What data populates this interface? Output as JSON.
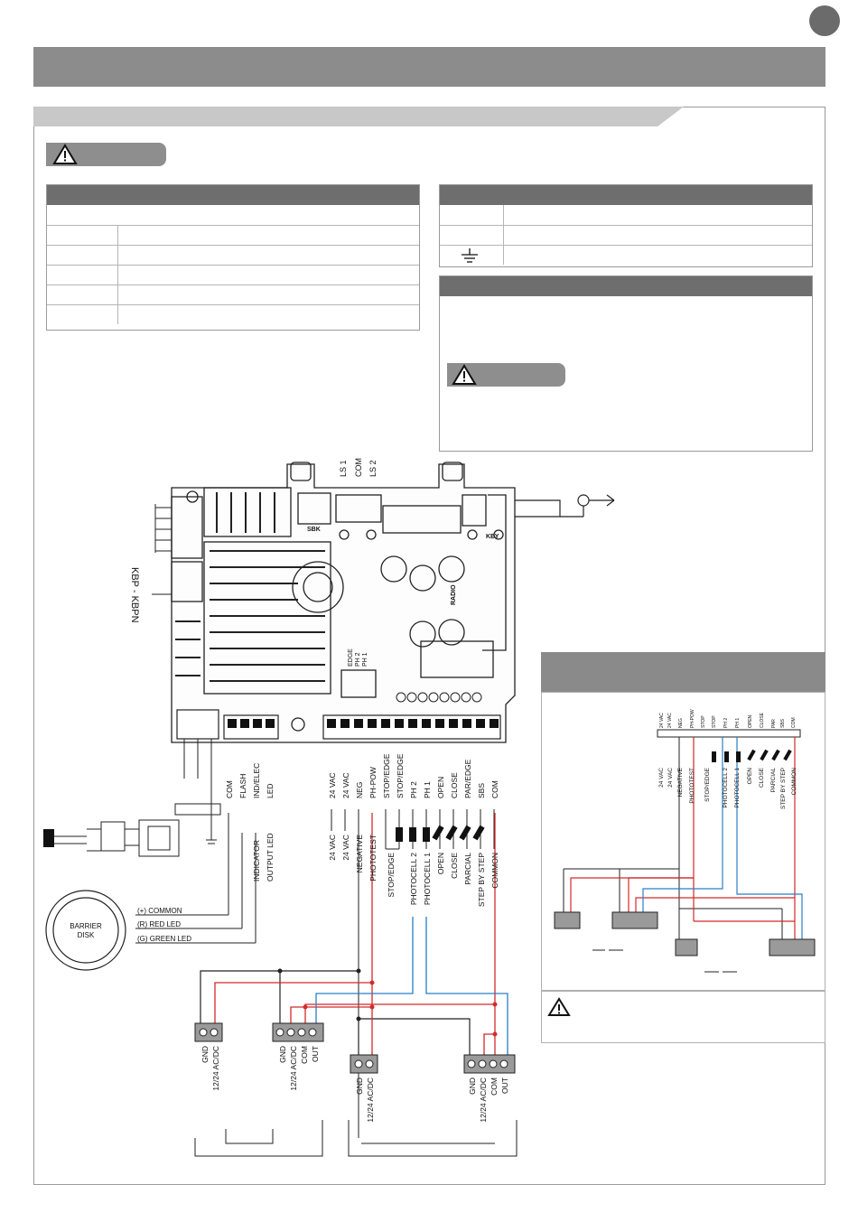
{
  "board": {
    "top_labels": [
      "LS 1",
      "COM",
      "LS 2"
    ],
    "side_label": "KBP - KBPN",
    "connector_labels": {
      "sbk": "SBK",
      "key": "KEY",
      "radio": "RADIO"
    },
    "dip_labels": [
      "EDGE",
      "PH 2",
      "PH 1"
    ]
  },
  "left_terminals": [
    "COM",
    "FLASH",
    "IND/ELEC",
    "LED"
  ],
  "left_functions": [
    "INDICATOR",
    "OUTPUT LED"
  ],
  "right_terminals": [
    "24 VAC",
    "24 VAC",
    "NEG",
    "PH-POW",
    "STOP/EDGE",
    "STOP/EDGE",
    "PH 2",
    "PH 1",
    "OPEN",
    "CLOSE",
    "PAR/EDGE",
    "SBS",
    "COM"
  ],
  "right_functions": [
    "24 VAC",
    "24 VAC",
    "NEGATIVE",
    "PHOTOTEST",
    "STOP/EDGE",
    "PHOTOCELL 2",
    "PHOTOCELL 1",
    "OPEN",
    "CLOSE",
    "PARCIAL",
    "STEP BY STEP",
    "COMMON"
  ],
  "barrier_disk": {
    "label": [
      "BARRIER",
      "DISK"
    ],
    "wires": [
      "(+) COMMON",
      "(R) RED LED",
      "(G) GREEN LED"
    ]
  },
  "photocells": {
    "device_labels": [
      "GND",
      "12/24 AC/DC"
    ],
    "device_out_labels": [
      "GND",
      "12/24 AC/DC",
      "COM",
      "OUT"
    ]
  },
  "inset": {
    "terminals": [
      "24 VAC",
      "24 VAC",
      "NEG",
      "PH-POW",
      "STOP",
      "STOP",
      "PH 2",
      "PH 1",
      "OPEN",
      "CLOSE",
      "PAR",
      "SBS",
      "COM"
    ],
    "functions": [
      "24 VAC",
      "24 VAC",
      "NEGATIVE",
      "PHOTOTEST",
      "STOP/EDGE",
      "PHOTOCELL 2",
      "PHOTOCELL 1",
      "OPEN",
      "CLOSE",
      "PARCIAL",
      "STEP BY STEP",
      "COMMON"
    ]
  },
  "colors": {
    "header_gray": "#8c8c8c",
    "table_head": "#6e6e6e",
    "wire_red": "#d42a2a",
    "wire_blue": "#2a7fc4",
    "wire_black": "#222222"
  }
}
